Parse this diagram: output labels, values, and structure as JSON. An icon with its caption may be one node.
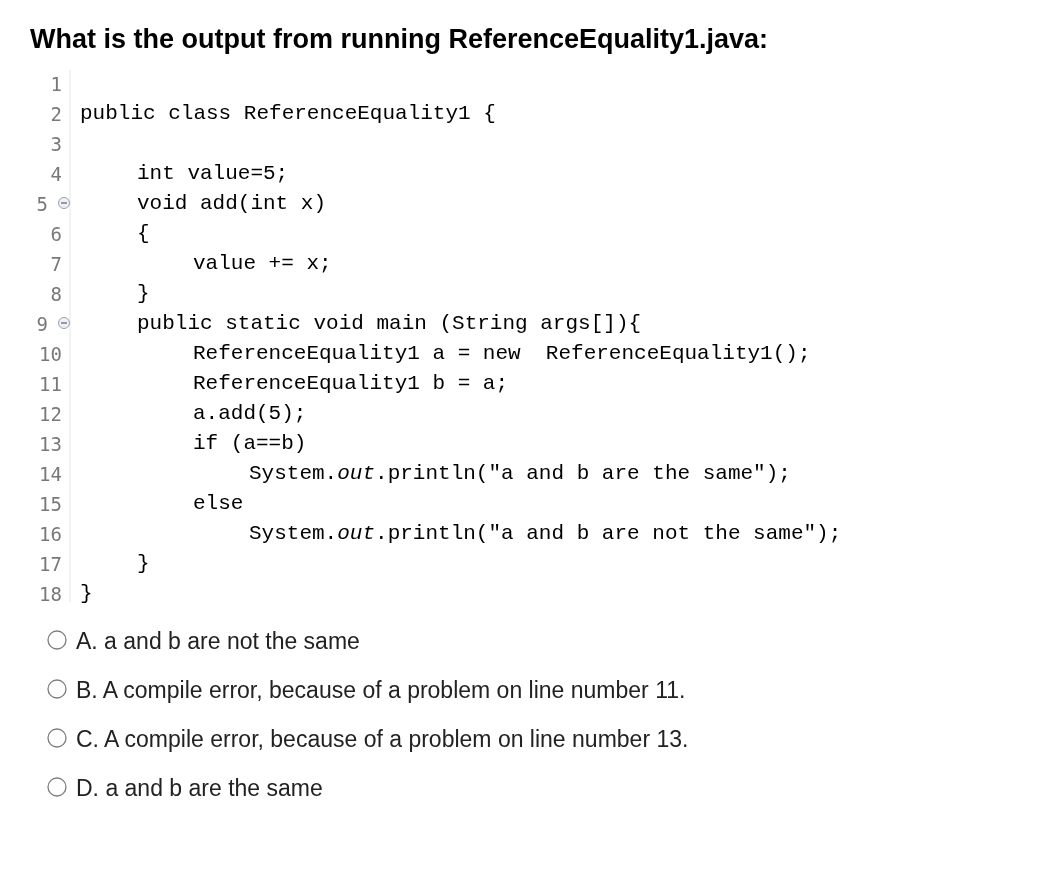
{
  "diagram": {
    "title": "What is the output from running ReferenceEquality1.java:",
    "labels": [
      "1",
      "2",
      "public class ReferenceEquality1 {",
      "3",
      "4",
      "int value=5;",
      "5",
      "void add(int x)",
      "6",
      "{",
      "7",
      "value += x;",
      "8",
      "}",
      "9",
      "public static void main (String args[]){",
      "10",
      "ReferenceEquality1 a = new  ReferenceEquality1();",
      "11",
      "ReferenceEquality1 b = a;",
      "12",
      "a.add(5);",
      "13",
      "if (a==b)",
      "14",
      "System.*out*.println(\"a and b are the same\");",
      "15",
      "else",
      "16",
      "System.*out*.println(\"a and b are not the same\");",
      "17",
      "}",
      "18",
      "}",
      "A. a and b are not the same",
      "B. A compile error, because of a problem on line number 11.",
      "C. A compile error, because of a problem on line number 13.",
      "D. a and b are the same"
    ]
  }
}
